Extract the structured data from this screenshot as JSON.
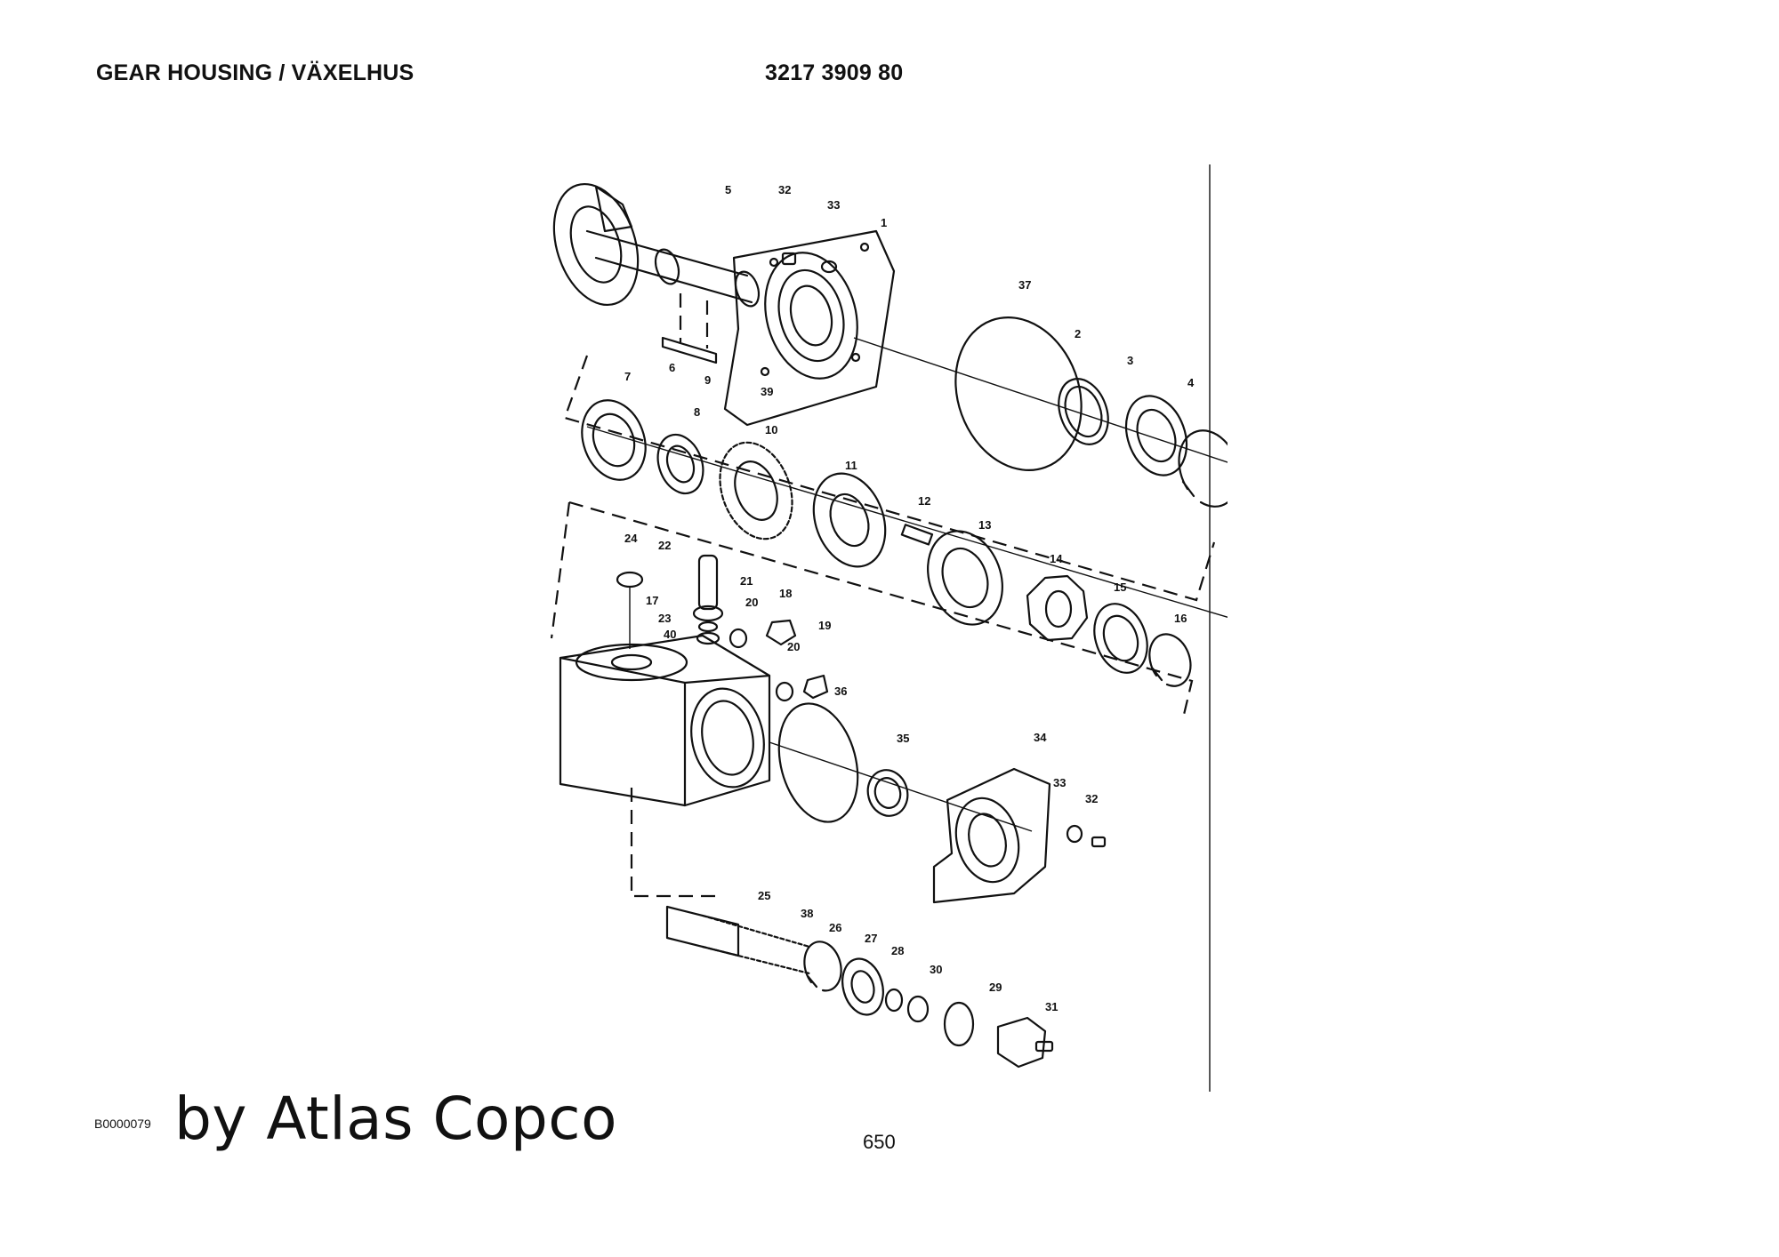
{
  "header": {
    "title": "GEAR HOUSING / VÄXELHUS",
    "part_number": "3217 3909 80"
  },
  "diagram": {
    "callouts": [
      "5",
      "32",
      "33",
      "1",
      "37",
      "2",
      "3",
      "4",
      "6",
      "9",
      "39",
      "7",
      "8",
      "10",
      "11",
      "12",
      "13",
      "14",
      "15",
      "16",
      "24",
      "22",
      "21",
      "20",
      "18",
      "23",
      "40",
      "17",
      "20",
      "19",
      "36",
      "35",
      "34",
      "33",
      "32",
      "25",
      "38",
      "26",
      "27",
      "28",
      "30",
      "29",
      "31"
    ]
  },
  "footer": {
    "image_code": "B0000079",
    "credit": "by Atlas Copco",
    "page_number": "650"
  }
}
